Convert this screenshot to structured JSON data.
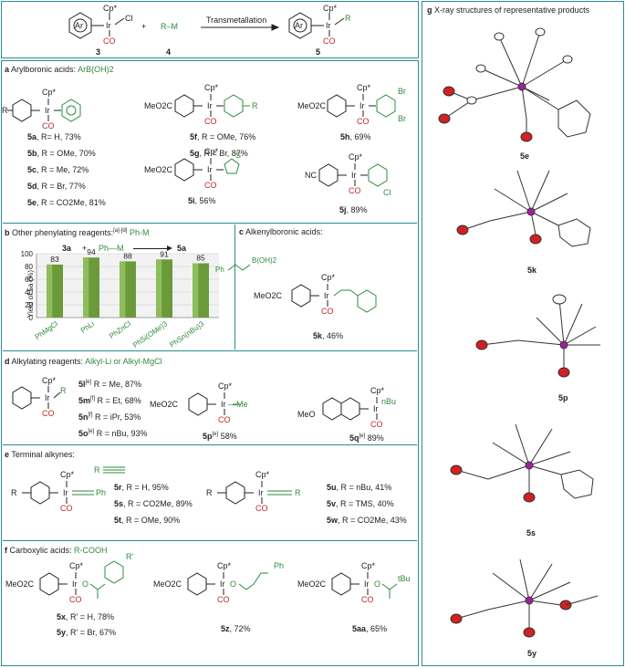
{
  "scheme": {
    "left": {
      "ar": "Ar",
      "cp": "Cp*",
      "ir": "Ir",
      "cl": "Cl",
      "co": "CO",
      "num": "3"
    },
    "plus": "+",
    "reagent": {
      "formula": "R–M",
      "num": "4"
    },
    "arrow_label": "Transmetallation",
    "right": {
      "ar": "Ar",
      "cp": "Cp*",
      "ir": "Ir",
      "r": "R",
      "co": "CO",
      "num": "5"
    }
  },
  "section_a": {
    "letter": "a",
    "title": "Arylboronic acids: ",
    "reagent": "ArB(OH)2",
    "items": [
      {
        "label": "5a",
        "text": ", R= H, 73%"
      },
      {
        "label": "5b",
        "text": ", R = OMe, 70%"
      },
      {
        "label": "5c",
        "text": ", R = Me, 72%"
      },
      {
        "label": "5d",
        "text": ", R = Br, 77%"
      },
      {
        "label": "5e",
        "text": ", R = CO2Me, 81%"
      },
      {
        "label": "5f",
        "text": ", R = OMe, 76%"
      },
      {
        "label": "5g",
        "text": ", R = Br, 87%"
      },
      {
        "label": "5h",
        "text": ", 69%"
      },
      {
        "label": "5i",
        "text": ", 56%"
      },
      {
        "label": "5j",
        "text": ", 89%"
      }
    ],
    "struct": {
      "r": "R",
      "cp": "Cp*",
      "ir": "Ir",
      "co": "CO",
      "meo2c": "MeO2C",
      "nc": "NC",
      "br": "Br",
      "s": "S",
      "cl": "Cl"
    }
  },
  "section_b": {
    "letter": "b",
    "title": "Other phenylating reagents:",
    "sup": "[a]-[d]",
    "reagent": "Ph-M",
    "eq_left": "3a",
    "eq_plus": "+",
    "eq_reagent": "Ph—M",
    "eq_right": "5a",
    "ylabel": "Yield of 5a (%)"
  },
  "chart_data": {
    "type": "bar",
    "categories": [
      "PhMgCl",
      "PhLi",
      "PhZnCl",
      "PhSi(OMe)3",
      "PhSn(nBu)3"
    ],
    "values": [
      83,
      94,
      88,
      91,
      85
    ],
    "ylabel": "Yield of 5a (%)",
    "ylim": [
      0,
      100
    ],
    "yticks": [
      0,
      20,
      40,
      60,
      80,
      100
    ],
    "bar_color": "#6b9a3a"
  },
  "section_c": {
    "letter": "c",
    "title": "Alkenylboronic acids:",
    "reagent_ph": "Ph",
    "reagent_b": "B(OH)2",
    "label": "5k",
    "text": ", 46%",
    "meo2c": "MeO2C",
    "cp": "Cp*",
    "ir": "Ir",
    "co": "CO"
  },
  "section_d": {
    "letter": "d",
    "title": "Alkylating reagents: ",
    "reagent": "Alkyl-Li or Alkyl-MgCl",
    "items": [
      {
        "label": "5l",
        "sup": "[e]",
        "text": " R = Me, 87%"
      },
      {
        "label": "5m",
        "sup": "[f]",
        "text": " R = Et, 68%"
      },
      {
        "label": "5n",
        "sup": "[f]",
        "text": " R = iPr, 53%"
      },
      {
        "label": "5o",
        "sup": "[e]",
        "text": " R = nBu, 93%"
      }
    ],
    "p_label": "5p",
    "p_sup": "[e]",
    "p_text": " 58%",
    "q_label": "5q",
    "q_sup": "[e]",
    "q_text": " 89%",
    "cp": "Cp*",
    "ir": "Ir",
    "co": "CO",
    "r": "R",
    "me": "—Me",
    "nbu": "nBu",
    "meo2c": "MeO2C",
    "meo": "MeO"
  },
  "section_e": {
    "letter": "e",
    "title": "Terminal alkynes: ",
    "reagent": "R",
    "items": [
      {
        "label": "5r",
        "text": ", R = H, 95%"
      },
      {
        "label": "5s",
        "text": ", R = CO2Me, 89%"
      },
      {
        "label": "5t",
        "text": ", R = OMe, 90%"
      },
      {
        "label": "5u",
        "text": ", R = nBu, 41%"
      },
      {
        "label": "5v",
        "text": ", R = TMS, 40%"
      },
      {
        "label": "5w",
        "text": ", R = CO2Me,  43%"
      }
    ],
    "cp": "Cp*",
    "ir": "Ir",
    "co": "CO",
    "r": "R",
    "ph": "Ph"
  },
  "section_f": {
    "letter": "f",
    "title": "Carboxylic acids: ",
    "reagent": "R-COOH",
    "items": [
      {
        "label": "5x",
        "text": ", R' = H, 78%"
      },
      {
        "label": "5y",
        "text": ", R' = Br, 67%"
      },
      {
        "label": "5z",
        "text": ", 72%"
      },
      {
        "label": "5aa",
        "text": ", 65%"
      }
    ],
    "cp": "Cp*",
    "ir": "Ir",
    "co": "CO",
    "o": "O",
    "meo2c": "MeO2C",
    "rp": "R'",
    "ph": "Ph",
    "tbu": "tBu"
  },
  "section_g": {
    "letter": "g",
    "title": "X-ray structures of representative products",
    "structures": [
      "5e",
      "5k",
      "5p",
      "5s",
      "5y"
    ]
  },
  "colors": {
    "frame": "#2a8d8f",
    "green": "#2e8b3d",
    "red": "#c0282b",
    "atom_ir": "#a020a0",
    "atom_o": "#d42020"
  }
}
